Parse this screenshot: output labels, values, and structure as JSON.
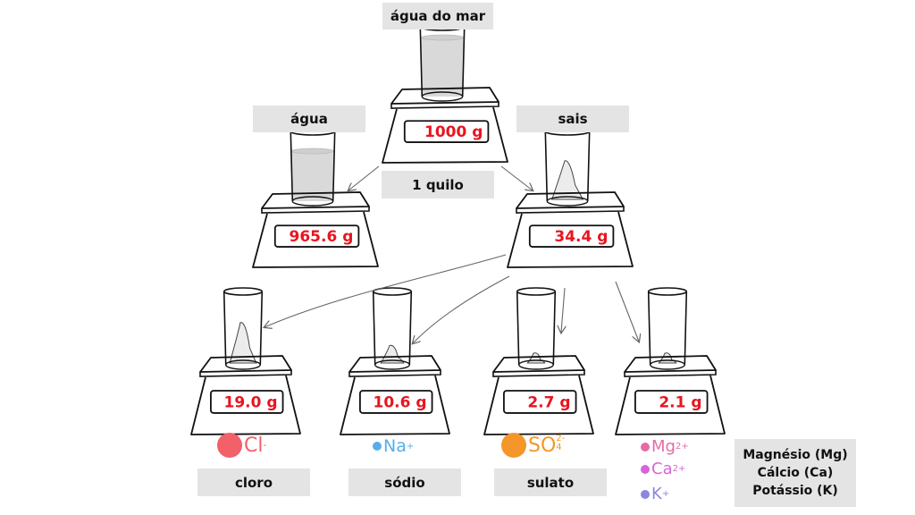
{
  "labels": {
    "sea_water": "água do mar",
    "water": "água",
    "salts": "sais",
    "one_kilo": "1 quilo",
    "chlorine": "cloro",
    "sodium": "sódio",
    "sulfate": "sulato",
    "others": [
      "Magnésio (Mg)",
      "Cálcio (Ca)",
      "Potássio (K)"
    ]
  },
  "scales": {
    "sea_water": {
      "reading": "1000 g",
      "content": "water-full"
    },
    "water": {
      "reading": "965.6 g",
      "content": "water"
    },
    "salts": {
      "reading": "34.4 g",
      "content": "pile-large"
    },
    "chlorine": {
      "reading": "19.0 g",
      "content": "pile-large"
    },
    "sodium": {
      "reading": "10.6 g",
      "content": "pile-medium"
    },
    "sulfate": {
      "reading": "2.7 g",
      "content": "pile-small"
    },
    "others": {
      "reading": "2.1 g",
      "content": "pile-small"
    }
  },
  "ions": {
    "chlorine": {
      "symbol": "Cl",
      "charge": "-",
      "subscript": "",
      "color": "#f2606a",
      "icon": "large-dot-icon"
    },
    "sodium": {
      "symbol": "Na",
      "charge": "+",
      "subscript": "",
      "color": "#58aee8",
      "icon": "small-dot-icon"
    },
    "sulfate": {
      "symbol": "SO",
      "charge": "2-",
      "subscript": "4",
      "color": "#f5962a",
      "icon": "large-dot-icon"
    },
    "magnesium": {
      "symbol": "Mg",
      "charge": "2+",
      "subscript": "",
      "color": "#e66aa6",
      "icon": "small-dot-icon"
    },
    "calcium": {
      "symbol": "Ca",
      "charge": "2+",
      "subscript": "",
      "color": "#d765d8",
      "icon": "small-dot-icon"
    },
    "potassium": {
      "symbol": "K",
      "charge": "+",
      "subscript": "",
      "color": "#8b86e0",
      "icon": "small-dot-icon"
    }
  },
  "colors": {
    "reading": "#e8151f",
    "label_bg": "#e4e4e4",
    "arrow": "#666666",
    "line": "#111111"
  }
}
